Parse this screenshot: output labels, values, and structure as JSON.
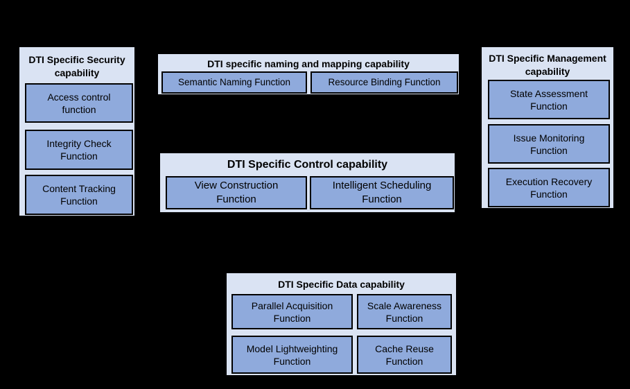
{
  "palette": {
    "bg": "#000000",
    "container-fill": "#dae3f3",
    "box-fill": "#8faadc",
    "border": "#000000",
    "text": "#000000"
  },
  "groups": [
    {
      "id": "security",
      "title": "DTI Specific Security capability",
      "functions": [
        "Access control function",
        "Integrity Check Function",
        "Content Tracking Function"
      ]
    },
    {
      "id": "naming",
      "title": "DTI specific naming and mapping capability",
      "functions": [
        "Semantic Naming Function",
        "Resource Binding Function"
      ]
    },
    {
      "id": "control",
      "title": "DTI Specific Control capability",
      "functions": [
        "View Construction Function",
        "Intelligent Scheduling Function"
      ]
    },
    {
      "id": "management",
      "title": "DTI Specific Management capability",
      "functions": [
        "State Assessment Function",
        "Issue Monitoring Function",
        "Execution Recovery Function"
      ]
    },
    {
      "id": "data",
      "title": "DTI Specific Data capability",
      "functions": [
        "Parallel Acquisition Function",
        "Scale Awareness Function",
        "Model Lightweighting Function",
        "Cache Reuse Function"
      ]
    }
  ]
}
